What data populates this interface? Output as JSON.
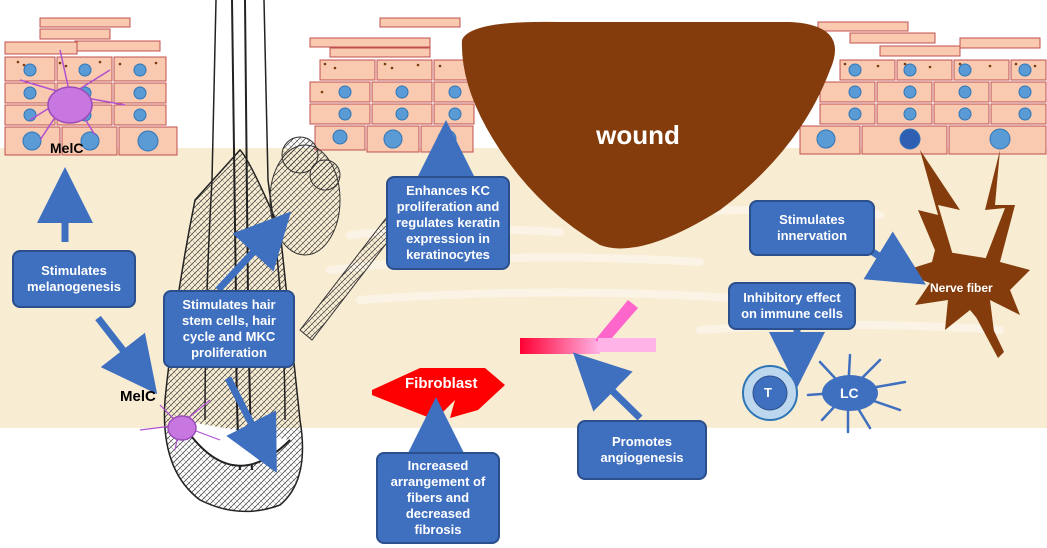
{
  "labels": {
    "wound": "wound",
    "melc_top": "MelC",
    "melc_bottom": "MelC",
    "fibroblast": "Fibroblast",
    "nerve_fiber": "Nerve fiber",
    "t_cell": "T",
    "lc": "LC"
  },
  "boxes": {
    "melanogenesis": "Stimulates\nmelanogenesis",
    "hair_stem": "Stimulates hair\nstem cells, hair\ncycle and MKC\nproliferation",
    "kc": "Enhances KC\nproliferation and\nregulates keratin\nexpression in\nkeratinocytes",
    "fibrosis": "Increased\narrangement of\nfibers and\ndecreased\nfibrosis",
    "angiogenesis": "Promotes\nangiogenesis",
    "innervation": "Stimulates\ninnervation",
    "immune": "Inhibitory effect\non immune cells"
  },
  "colors": {
    "dermis": "#f8ecd2",
    "keratinocyte": "#f9c9b0",
    "cell_border": "#c0504d",
    "nucleus": "#5b9bd5",
    "wound": "#843c0c",
    "box": "#3f6fbf",
    "fibroblast": "#ff0000",
    "vessel": "#ff66cc",
    "melanocyte": "#b050d0"
  }
}
